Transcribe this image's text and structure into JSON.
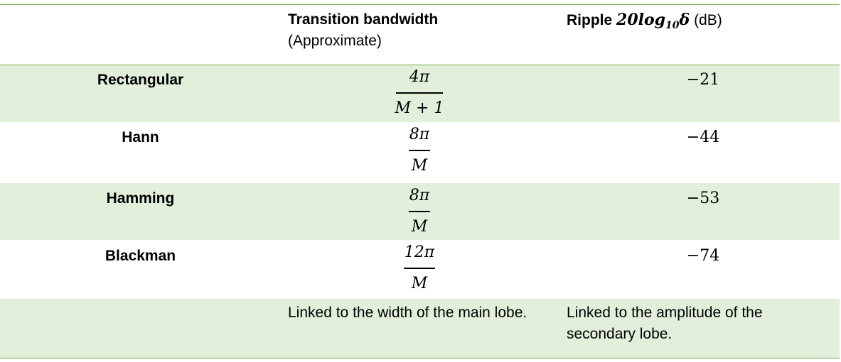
{
  "header": {
    "col2_title": "Transition bandwidth",
    "col2_subtitle": "(Approximate)",
    "col3_title": "Ripple",
    "col3_math_prefix": "20log",
    "col3_math_sub": "10",
    "col3_math_delta": "δ",
    "col3_unit": "(dB)"
  },
  "rows": [
    {
      "window": "Rectangular",
      "num": "4π",
      "den": "M + 1",
      "ripple": "−21"
    },
    {
      "window": "Hann",
      "num": "8π",
      "den": "M",
      "ripple": "−44"
    },
    {
      "window": "Hamming",
      "num": "8π",
      "den": "M",
      "ripple": "−53"
    },
    {
      "window": "Blackman",
      "num": "12π",
      "den": "M",
      "ripple": "−74"
    }
  ],
  "footer": {
    "col2_note": "Linked to the width of the main lobe.",
    "col3_note": "Linked to the amplitude of the secondary lobe."
  },
  "colors": {
    "band": "#e2efda",
    "rule": "#70ad47"
  }
}
